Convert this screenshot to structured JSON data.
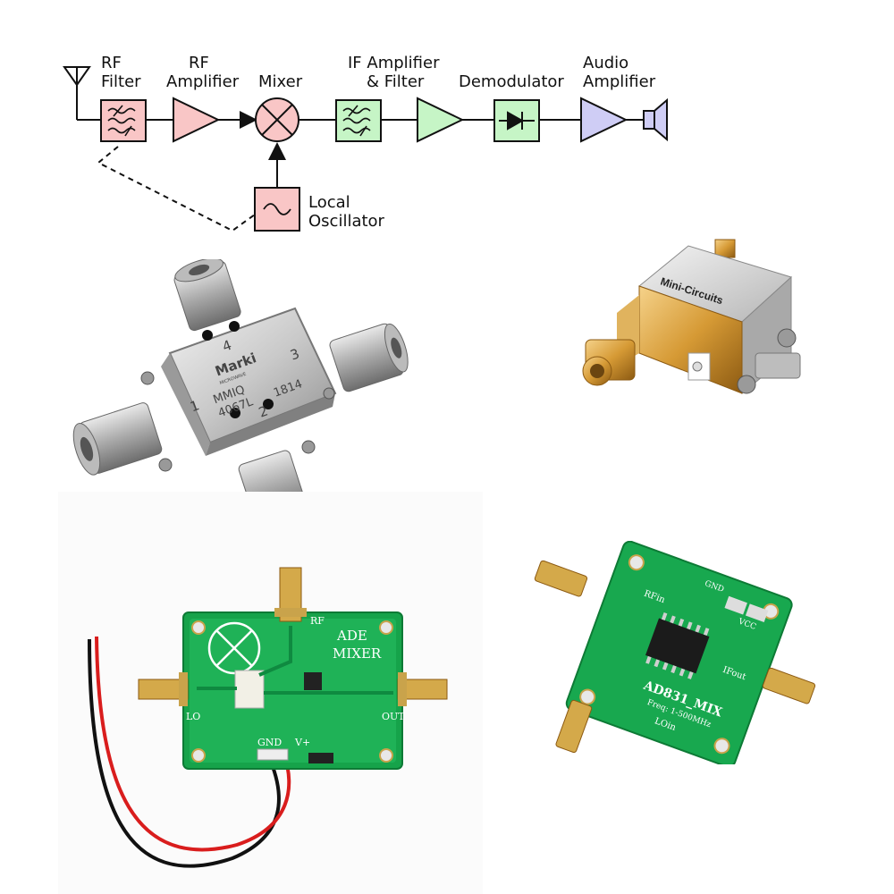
{
  "diagram": {
    "blocks": [
      {
        "id": "rf_filter",
        "label_lines": [
          "RF",
          "Filter"
        ],
        "color": "#f9c6c6"
      },
      {
        "id": "rf_amplifier",
        "label_lines": [
          "RF",
          "Amplifier"
        ],
        "color": "#f9c6c6"
      },
      {
        "id": "mixer",
        "label_lines": [
          "Mixer"
        ],
        "color": "#f9c6c6"
      },
      {
        "id": "if_amp_filter",
        "label_lines": [
          "IF Amplifier",
          "& Filter"
        ],
        "color": "#c6f5c6"
      },
      {
        "id": "demodulator",
        "label_lines": [
          "Demodulator"
        ],
        "color": "#c6f5c6"
      },
      {
        "id": "audio_amplifier",
        "label_lines": [
          "Audio",
          "Amplifier"
        ],
        "color": "#cfcdf5"
      },
      {
        "id": "local_oscillator",
        "label_lines": [
          "Local",
          "Oscillator"
        ],
        "color": "#f9c6c6"
      }
    ]
  },
  "photos": {
    "marki": {
      "brand": "Marki",
      "subtitle": "MICROWAVE",
      "part": "MMIQ",
      "model": "4067L",
      "code": "1814",
      "ports": [
        "1",
        "2",
        "3",
        "4"
      ]
    },
    "minicircuits": {
      "brand": "Mini-Circuits"
    },
    "ade_board": {
      "title_1": "ADE",
      "title_2": "MIXER",
      "rf": "RF",
      "lo": "LO",
      "out": "OUT",
      "gnd": "GND",
      "vplus": "V+"
    },
    "ad831_board": {
      "title": "AD831_MIX",
      "freq": "Freq: 1-500MHz",
      "rfin": "RFin",
      "loin": "LOin",
      "ifout": "IFout",
      "gnd": "GND",
      "vcc": "VCC"
    }
  }
}
